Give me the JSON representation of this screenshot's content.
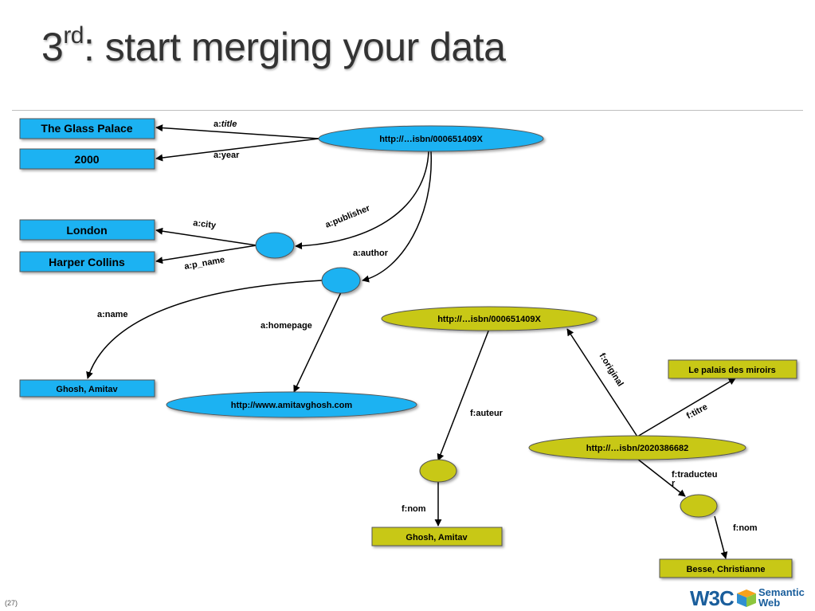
{
  "slide": {
    "title_main": "3",
    "title_sup": "rd",
    "title_rest": ": start merging your data",
    "page_number": "(27)",
    "logo_text": "W3C",
    "logo_line1": "Semantic",
    "logo_line2": "Web"
  },
  "colors": {
    "blue": "#1fb2f2",
    "yellow": "#c8c814"
  },
  "english_graph": {
    "nodes": {
      "book": "http://…isbn/000651409X",
      "title_value": "The Glass Palace",
      "year_value": "2000",
      "city_value": "London",
      "pname_value": "Harper Collins",
      "author_name_value": "Ghosh, Amitav",
      "homepage_value": "http://www.amitavghosh.com"
    },
    "edges": {
      "title_prefix": "a:",
      "title_suffix": "title",
      "year": "a:year",
      "publisher": "a:publisher",
      "city": "a:city",
      "p_name": "a:p_name",
      "author": "a:author",
      "name": "a:name",
      "homepage": "a:homepage"
    }
  },
  "french_graph": {
    "nodes": {
      "original": "http://…isbn/000651409X",
      "translation": "http://…isbn/2020386682",
      "titre_value": "Le palais des miroirs",
      "auteur_name_value": "Ghosh, Amitav",
      "traducteur_name_value": "Besse, Christianne"
    },
    "edges": {
      "original": "f:original",
      "titre": "f:titre",
      "auteur": "f:auteur",
      "traducteur_line1": "f:traducteu",
      "traducteur_line2": "r",
      "nom_auteur": "f:nom",
      "nom_traducteur": "f:nom"
    }
  }
}
